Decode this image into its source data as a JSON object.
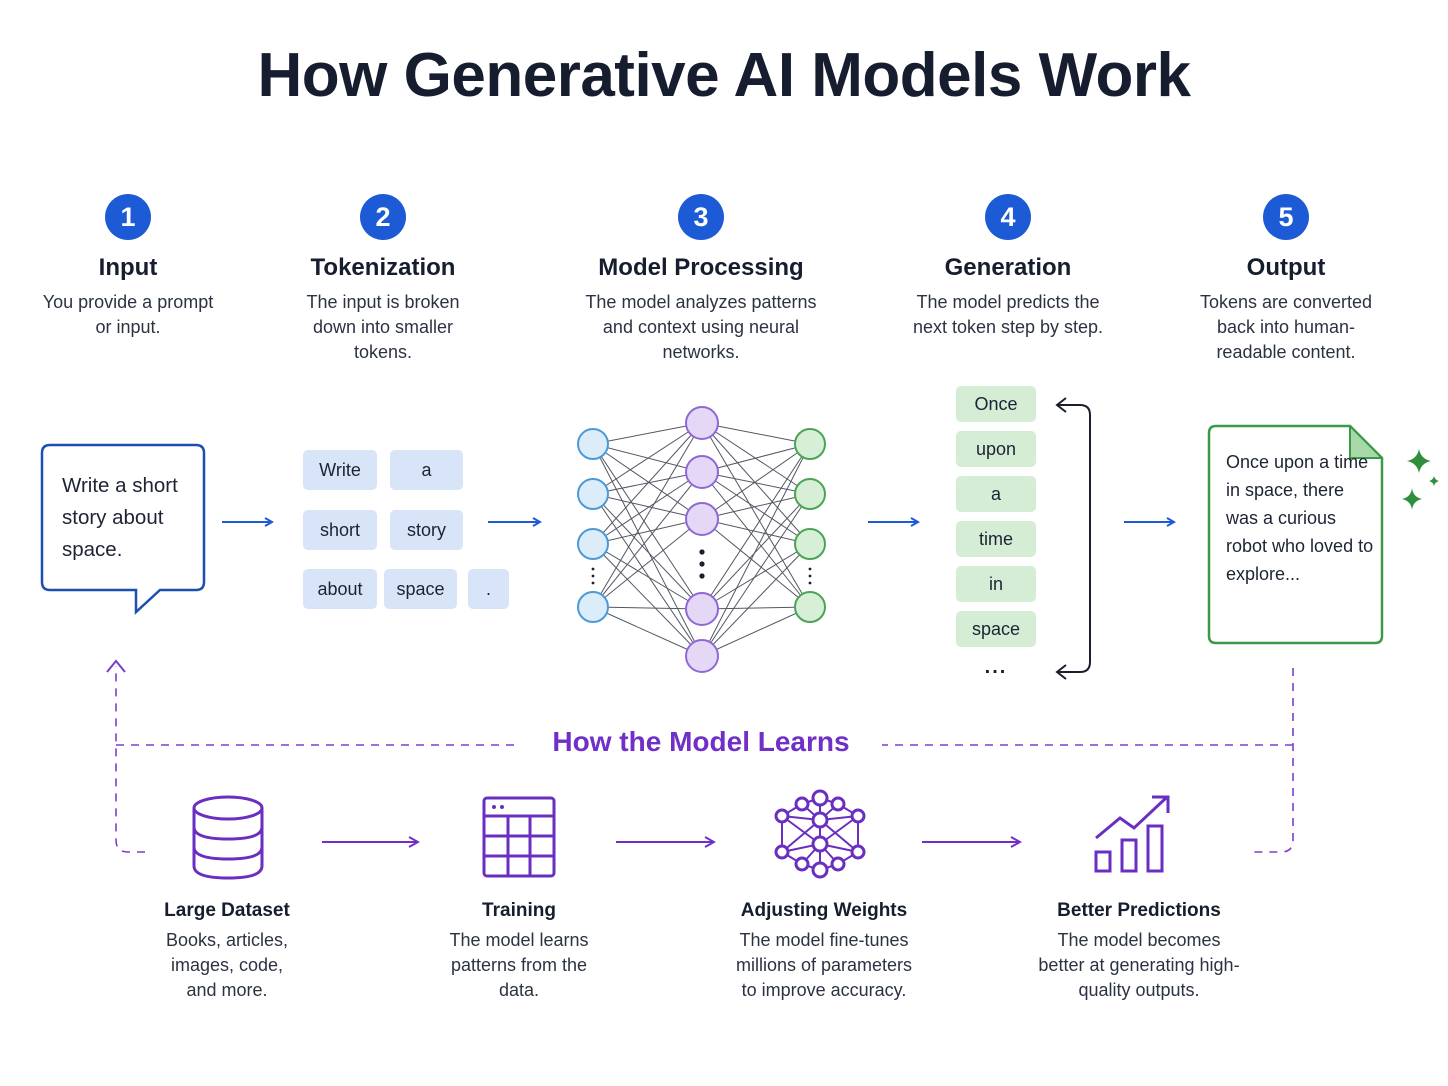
{
  "title": "How Generative AI Models Work",
  "colors": {
    "step_blue": "#1d5bd6",
    "token_blue": "#d8e4f8",
    "token_green": "#d5ecd5",
    "output_green": "#3a9a45",
    "learn_purple": "#7030c8"
  },
  "steps": [
    {
      "number": "1",
      "label": "Input",
      "desc": "You provide a prompt or input."
    },
    {
      "number": "2",
      "label": "Tokenization",
      "desc": "The input is broken down into smaller tokens."
    },
    {
      "number": "3",
      "label": "Model Processing",
      "desc": "The model analyzes patterns and context using neural networks."
    },
    {
      "number": "4",
      "label": "Generation",
      "desc": "The model predicts the next token step by step."
    },
    {
      "number": "5",
      "label": "Output",
      "desc": "Tokens are converted back into human-readable content."
    }
  ],
  "input_prompt": "Write a short story about space.",
  "tokens": [
    "Write",
    "a",
    "short",
    "story",
    "about",
    "space",
    "."
  ],
  "generated_tokens": [
    "Once",
    "upon",
    "a",
    "time",
    "in",
    "space"
  ],
  "generated_ellipsis": "...",
  "output_text": "Once upon a time in space, there was a curious robot who loved to explore...",
  "learn": {
    "title": "How the Model Learns",
    "steps": [
      {
        "icon": "database-icon",
        "label": "Large Dataset",
        "desc": "Books, articles, images, code, and more."
      },
      {
        "icon": "grid-table-icon",
        "label": "Training",
        "desc": "The model learns patterns from the data."
      },
      {
        "icon": "neural-network-icon",
        "label": "Adjusting Weights",
        "desc": "The model fine-tunes millions of parameters to improve accuracy."
      },
      {
        "icon": "growth-chart-icon",
        "label": "Better Predictions",
        "desc": "The model becomes better at generating high-quality outputs."
      }
    ]
  }
}
